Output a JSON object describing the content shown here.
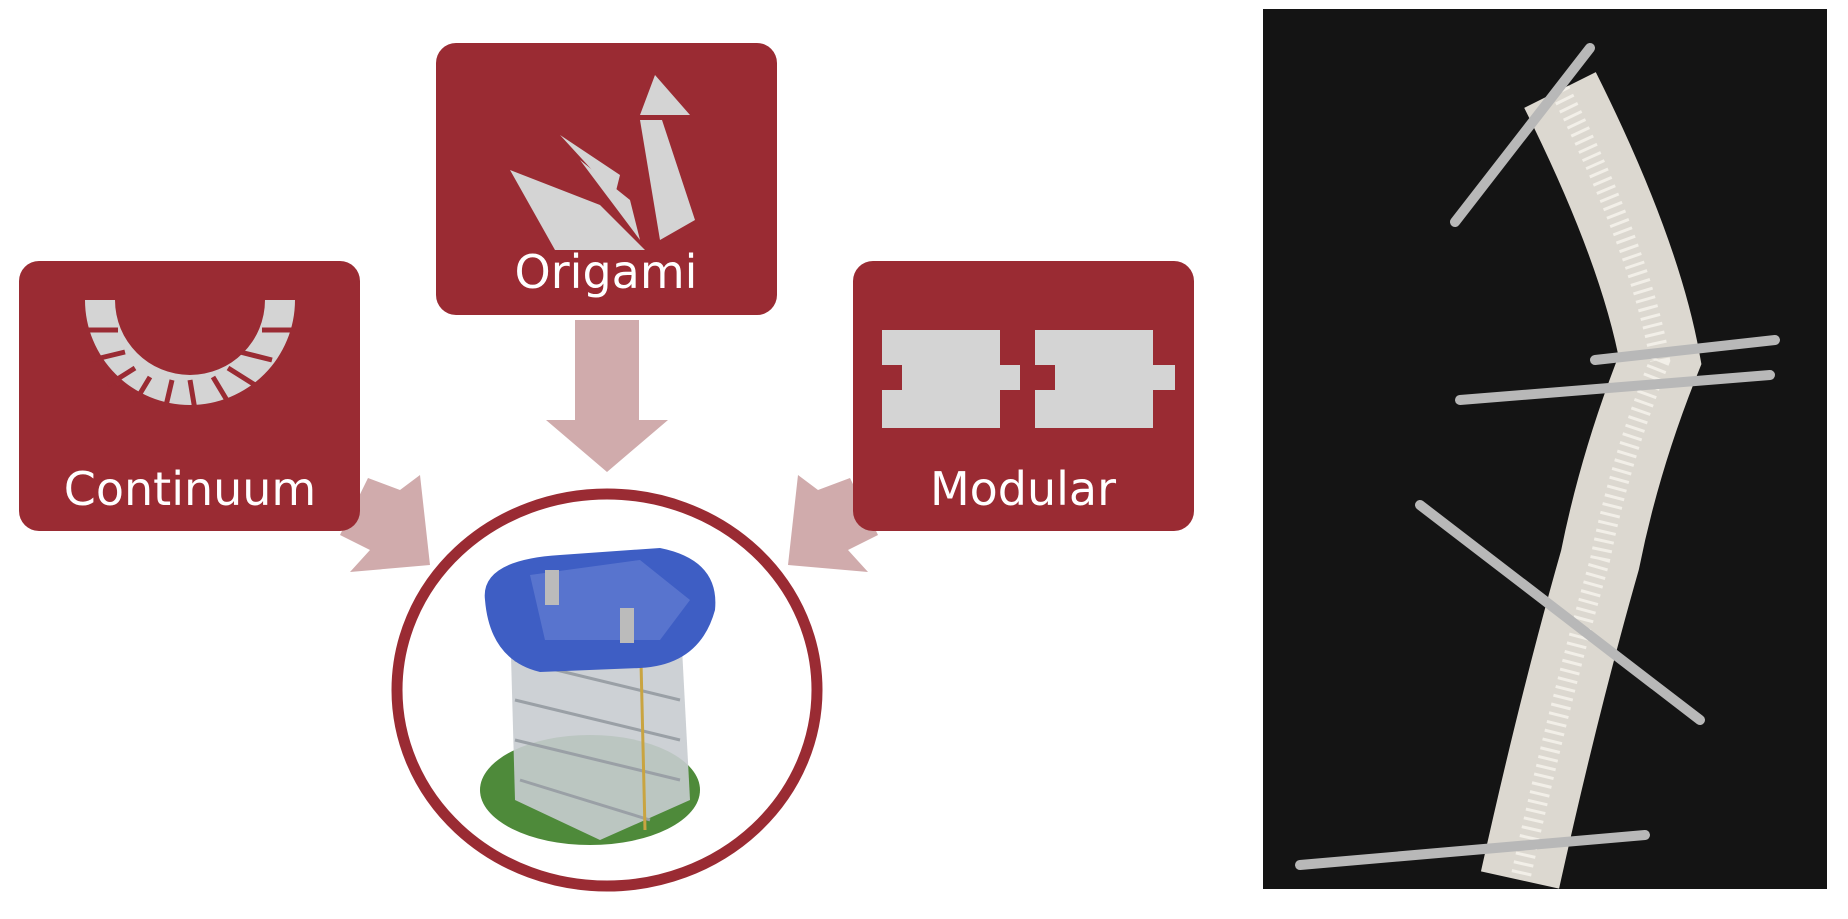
{
  "diagram": {
    "categories": [
      {
        "label": "Continuum",
        "icon": "arc-segments-icon"
      },
      {
        "label": "Origami",
        "icon": "origami-crane-icon"
      },
      {
        "label": "Modular",
        "icon": "modules-icon"
      }
    ],
    "center_image": "robot-render",
    "photo": "continuum-robot-photo"
  },
  "colors": {
    "box": "#9a2b33",
    "arrow": "#d0abac",
    "icon": "#d4d4d4",
    "photo_bg": "#141414"
  }
}
